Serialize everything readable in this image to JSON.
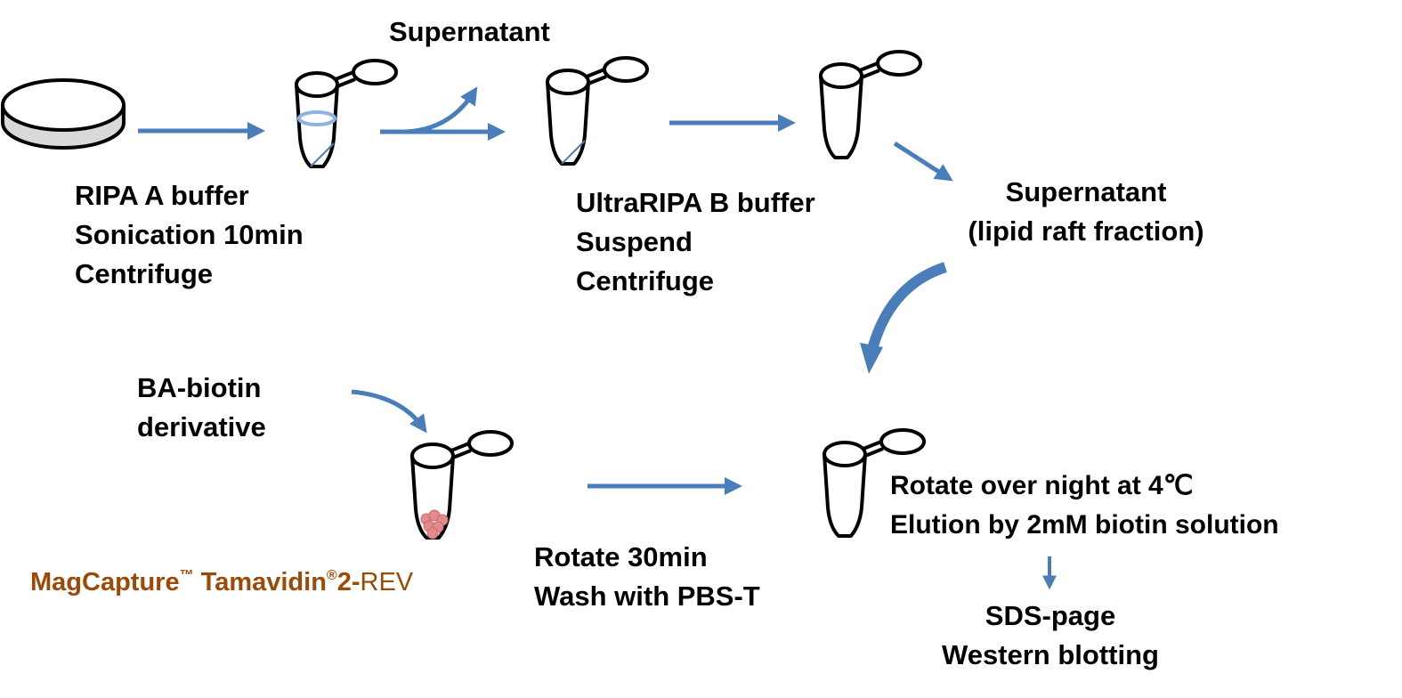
{
  "colors": {
    "arrow": "#4a7ebb",
    "liquid": "#8fb3e0",
    "beads": "#e07a7a",
    "brand": "#9c4a06",
    "outline": "#000000",
    "dish_side": "#d9d9d9"
  },
  "steps": {
    "step1": {
      "lines": [
        "RIPA A buffer",
        "Sonication 10min",
        "Centrifuge"
      ]
    },
    "supernatant_top": "Supernatant",
    "step2": {
      "lines": [
        "UltraRIPA B buffer",
        "Suspend",
        "Centrifuge"
      ]
    },
    "supernatant_raft": {
      "lines": [
        "Supernatant",
        "(lipid raft fraction)"
      ]
    },
    "ba_biotin": {
      "lines": [
        "BA-biotin",
        "derivative"
      ]
    },
    "product": {
      "name1": "MagCapture",
      "tm": "™",
      "name2": " Tamavidin",
      "reg": "®",
      "name3": "2-",
      "suffix": "REV"
    },
    "step3": {
      "lines": [
        "Rotate 30min",
        "Wash with PBS-T"
      ]
    },
    "step4": {
      "lines": [
        "Rotate over night at 4℃",
        "Elution by 2mM biotin solution"
      ]
    },
    "step5": {
      "lines": [
        "SDS-page",
        "Western blotting"
      ]
    }
  },
  "icons": {
    "dish": "petri-dish-icon",
    "tube": "microcentrifuge-tube-icon",
    "arrow": "flow-arrow-icon"
  }
}
